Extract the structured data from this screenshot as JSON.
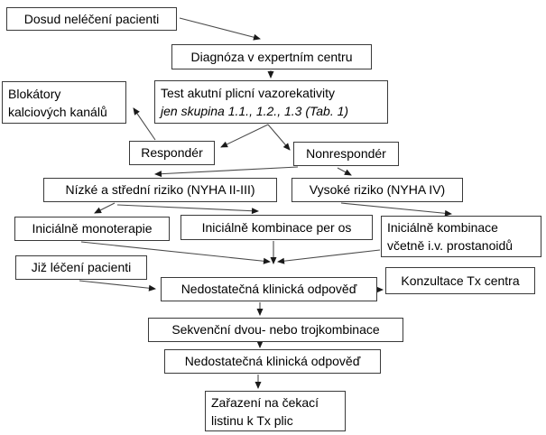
{
  "diagram": {
    "type": "flowchart",
    "language": "cs",
    "nodes": {
      "untreated": {
        "label": "Dosud neléčení pacienti"
      },
      "diagnosis": {
        "label": "Diagnóza v expertním centru"
      },
      "ccb": {
        "label": "Blokátory kalciových kanálů"
      },
      "vasoreactivity_test": {
        "line1": "Test akutní plicní vazorekativity",
        "line2": "jen skupina 1.1., 1.2., 1.3 (Tab. 1)"
      },
      "responder": {
        "label": "Respondér"
      },
      "nonresponder": {
        "label": "Nonrespondér"
      },
      "low_mid_risk": {
        "label": "Nízké a střední riziko (NYHA II-III)"
      },
      "high_risk": {
        "label": "Vysoké riziko (NYHA IV)"
      },
      "initial_mono": {
        "label": "Iniciálně monoterapie"
      },
      "initial_combo_oral": {
        "label": "Iniciálně kombinace per os"
      },
      "initial_combo_iv": {
        "label": "Iniciálně kombinace včetně i.v. prostanoidů"
      },
      "already_treated": {
        "label": "Již léčení pacienti"
      },
      "insufficient_response_1": {
        "label": "Nedostatečná klinická odpověď"
      },
      "tx_consult": {
        "label": "Konzultace Tx centra"
      },
      "sequential_combo": {
        "label": "Sekvenční dvou- nebo trojkombinace"
      },
      "insufficient_response_2": {
        "label": "Nedostatečná klinická odpověď"
      },
      "tx_waiting_list": {
        "label": "Zařazení na čekací listinu k Tx plic"
      }
    },
    "edges": [
      {
        "from": "untreated",
        "to": "diagnosis"
      },
      {
        "from": "diagnosis",
        "to": "vasoreactivity_test"
      },
      {
        "from": "vasoreactivity_test",
        "to": "responder"
      },
      {
        "from": "vasoreactivity_test",
        "to": "nonresponder"
      },
      {
        "from": "responder",
        "to": "ccb"
      },
      {
        "from": "nonresponder",
        "to": "low_mid_risk"
      },
      {
        "from": "nonresponder",
        "to": "high_risk"
      },
      {
        "from": "low_mid_risk",
        "to": "initial_mono"
      },
      {
        "from": "low_mid_risk",
        "to": "initial_combo_oral"
      },
      {
        "from": "high_risk",
        "to": "initial_combo_iv"
      },
      {
        "from": "initial_mono",
        "to": "insufficient_response_1"
      },
      {
        "from": "initial_combo_oral",
        "to": "insufficient_response_1"
      },
      {
        "from": "initial_combo_iv",
        "to": "insufficient_response_1"
      },
      {
        "from": "already_treated",
        "to": "insufficient_response_1"
      },
      {
        "from": "insufficient_response_1",
        "to": "tx_consult"
      },
      {
        "from": "insufficient_response_1",
        "to": "sequential_combo"
      },
      {
        "from": "sequential_combo",
        "to": "insufficient_response_2"
      },
      {
        "from": "insufficient_response_2",
        "to": "tx_waiting_list"
      }
    ],
    "colors": {
      "background": "#ffffff",
      "box_bg": "#ffffff",
      "box_border": "#3a3a3a",
      "text": "#000000",
      "arrow": "#4a4a4a",
      "arrowhead": "#1a1a1a"
    }
  }
}
